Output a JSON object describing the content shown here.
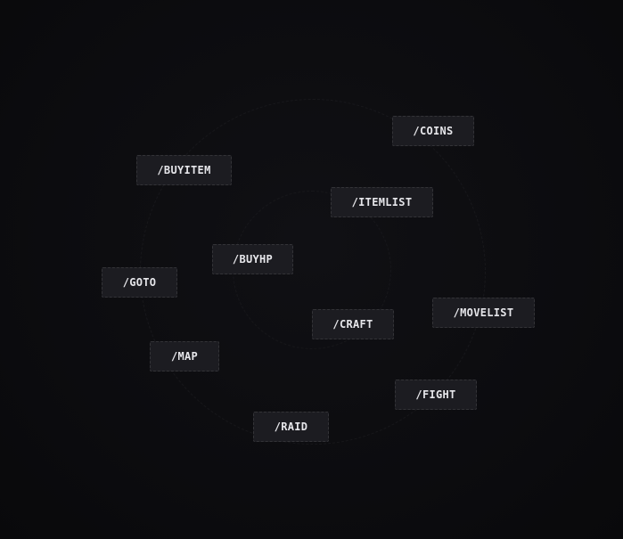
{
  "commands": [
    {
      "id": "coins",
      "label": "/COINS"
    },
    {
      "id": "buyitem",
      "label": "/BUYITEM"
    },
    {
      "id": "itemlist",
      "label": "/ITEMLIST"
    },
    {
      "id": "buyhp",
      "label": "/BUYHP"
    },
    {
      "id": "goto",
      "label": "/GOTO"
    },
    {
      "id": "movelist",
      "label": "/MOVELIST"
    },
    {
      "id": "craft",
      "label": "/CRAFT"
    },
    {
      "id": "map",
      "label": "/MAP"
    },
    {
      "id": "fight",
      "label": "/FIGHT"
    },
    {
      "id": "raid",
      "label": "/RAID"
    }
  ],
  "colors": {
    "background": "#0c0c0f",
    "chip_background": "#1c1c21",
    "chip_text": "#e6e6ea"
  }
}
